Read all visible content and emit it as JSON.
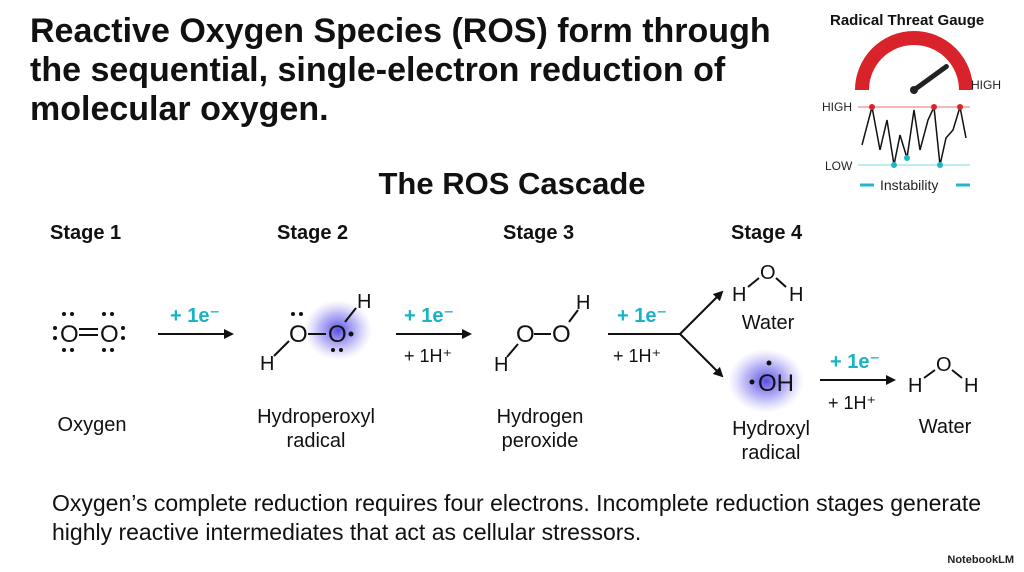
{
  "headline": "Reactive Oxygen Species (ROS) form through the sequential, single-electron reduction of molecular oxygen.",
  "gauge": {
    "title": "Radical Threat Gauge",
    "high_label": "HIGH",
    "level": 0.8,
    "chart_high_label": "HIGH",
    "chart_low_label": "LOW",
    "legend_label": "Instability",
    "accent_color": "#d9232b",
    "line_color": "#1fb7c9"
  },
  "section_title": "The ROS Cascade",
  "stages": [
    {
      "label": "Stage 1"
    },
    {
      "label": "Stage 2"
    },
    {
      "label": "Stage 3"
    },
    {
      "label": "Stage 4"
    }
  ],
  "steps": {
    "electron_label": "+ 1e⁻",
    "proton_label": "+ 1H⁺"
  },
  "molecules": {
    "oxygen": {
      "formula": ":O=O:",
      "atom": "O",
      "caption": "Oxygen"
    },
    "hydroperoxyl": {
      "atom_o": "O",
      "atom_h": "H",
      "caption_line1": "Hydroperoxyl",
      "caption_line2": "radical"
    },
    "peroxide": {
      "atom_o": "O",
      "atom_h": "H",
      "caption_line1": "Hydrogen",
      "caption_line2": "peroxide"
    },
    "water_top": {
      "atom_o": "O",
      "atom_h": "H",
      "caption": "Water"
    },
    "hydroxyl": {
      "formula": "OH",
      "caption_line1": "Hydroxyl",
      "caption_line2": "radical"
    },
    "water_final": {
      "atom_o": "O",
      "atom_h": "H",
      "caption": "Water"
    }
  },
  "colors": {
    "radical_glow": "#4a3fe0",
    "electron_text": "#19b3c4"
  },
  "summary": "Oxygen’s complete reduction requires four electrons. Incomplete reduction stages generate highly reactive intermediates that act as cellular stressors.",
  "watermark": "NotebookLM"
}
